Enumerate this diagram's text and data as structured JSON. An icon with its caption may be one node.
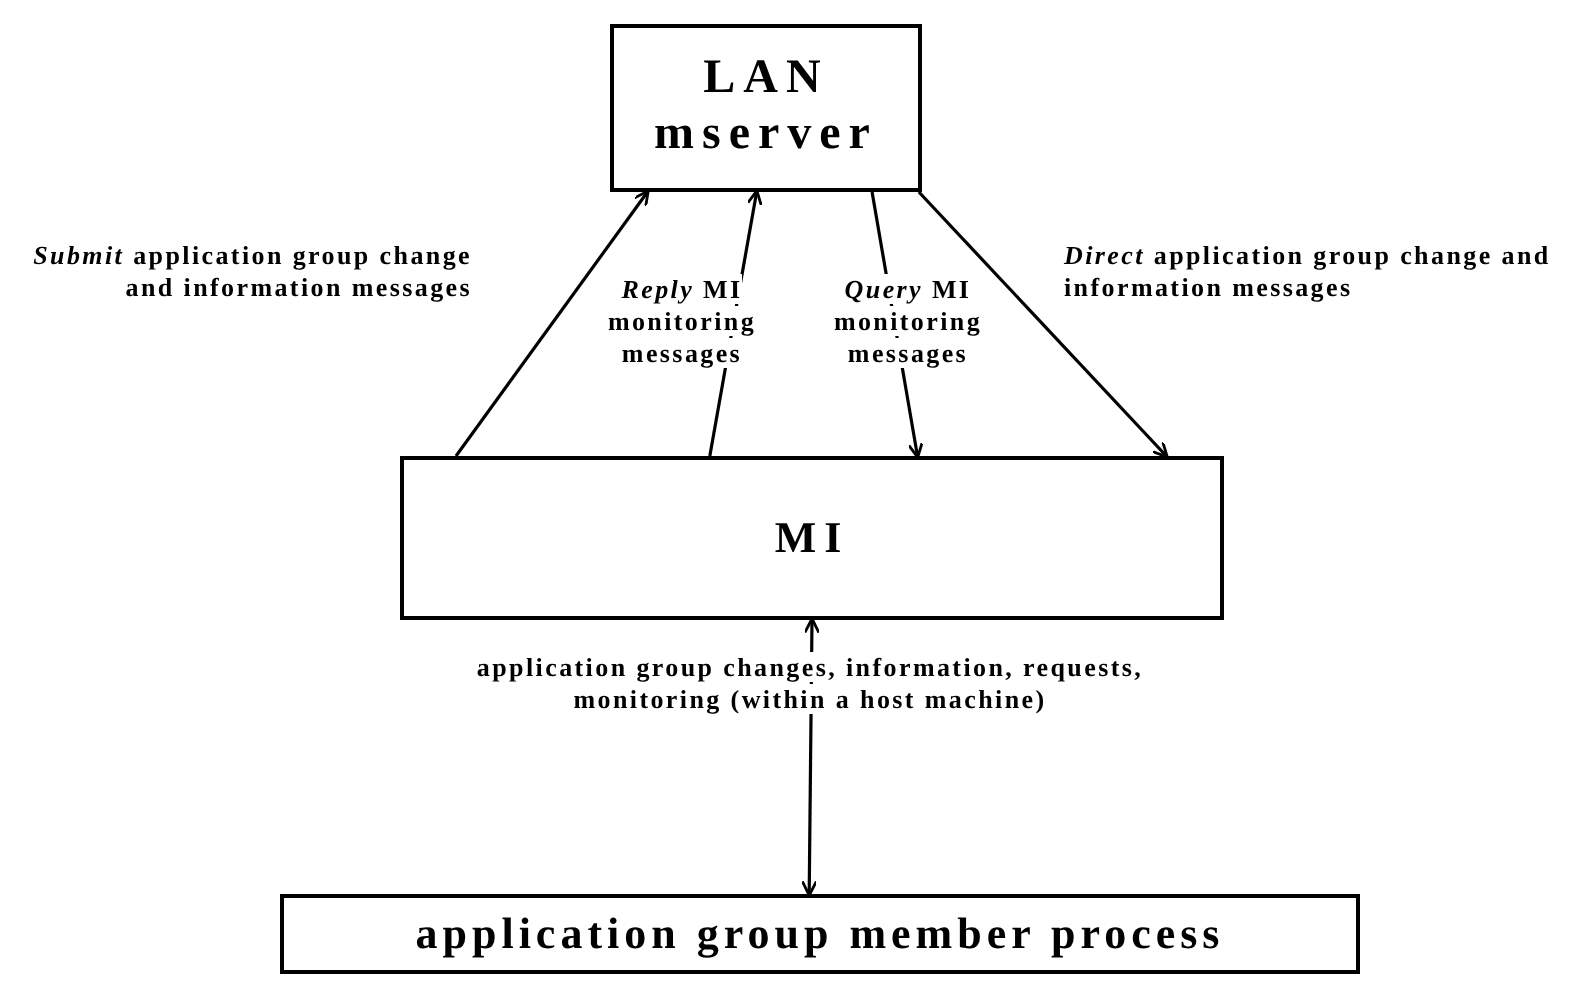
{
  "diagram": {
    "nodes": [
      {
        "text": [
          "LAN mserver"
        ]
      },
      {
        "text": [
          "MI"
        ]
      },
      {
        "text": [
          "application group member process"
        ]
      }
    ],
    "edges": [
      {
        "from": 1,
        "to": 0,
        "arrow": "to",
        "label": "*Submit* application group change and information messages"
      },
      {
        "from": 1,
        "to": 0,
        "arrow": "to",
        "label": "*Reply* MI monitoring messages"
      },
      {
        "from": 0,
        "to": 1,
        "arrow": "to",
        "label": "*Query* MI monitoring messages"
      },
      {
        "from": 0,
        "to": 1,
        "arrow": "to",
        "label": "*Direct* application group change and information messages"
      },
      {
        "from": 2,
        "to": 1,
        "arrow": "both",
        "label": "application group changes, information, requests, monitoring (within a host machine)"
      }
    ]
  }
}
